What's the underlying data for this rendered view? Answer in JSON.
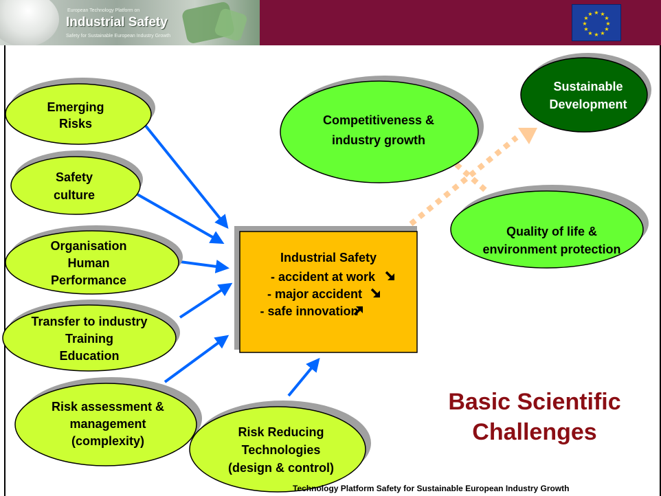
{
  "header": {
    "logo_small": "European Technology Platform on",
    "logo_title": "Industrial Safety",
    "logo_tagline": "Safety for Sustainable European Industry Growth",
    "bar_color": "#7a1038"
  },
  "diagram": {
    "inputs": [
      {
        "lines": [
          "Emerging",
          "Risks"
        ]
      },
      {
        "lines": [
          "Safety",
          "culture"
        ]
      },
      {
        "lines": [
          "Organisation",
          "Human",
          "Performance"
        ]
      },
      {
        "lines": [
          "Transfer to industry",
          "Training",
          "Education"
        ]
      },
      {
        "lines": [
          "Risk assessment &",
          "management",
          "(complexity)"
        ]
      },
      {
        "lines": [
          "Risk Reducing",
          "Technologies",
          "(design & control)"
        ]
      }
    ],
    "center": {
      "lines": [
        "Industrial Safety",
        "- accident at work",
        "- major accident",
        "- safe innovation"
      ],
      "trend_icons": [
        "",
        "arrow-down-right-icon",
        "arrow-down-right-icon",
        "arrow-up-right-icon"
      ],
      "fill": "#ffc000"
    },
    "outcomes": [
      {
        "lines": [
          "Competitiveness &",
          "industry growth"
        ]
      },
      {
        "lines": [
          "Quality of life &",
          "environment protection"
        ]
      },
      {
        "lines": [
          "Sustainable",
          "Development"
        ]
      }
    ],
    "colors": {
      "input_fill": "#ccff33",
      "outcome_fill": "#66ff33",
      "goal_fill": "#006600",
      "arrow": "#0066ff",
      "dotted_arrow": "#ffcc99"
    }
  },
  "challenges": {
    "lines": [
      "Basic Scientific",
      "Challenges"
    ],
    "color": "#8b0e14"
  },
  "footer": {
    "text": "Technology Platform Safety  for Sustainable European Industry Growth"
  }
}
